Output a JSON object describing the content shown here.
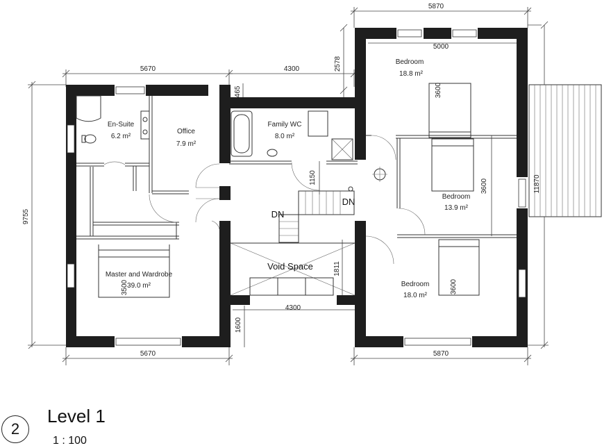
{
  "plan": {
    "dims": {
      "top_right": "5870",
      "inner_right": "5000",
      "left_top": "5670",
      "mid_top": "4300",
      "vert_2578": "2578",
      "vert_465": "465",
      "left_height": "9755",
      "right_height": "11870",
      "bottom_left": "5670",
      "bottom_mid": "4300",
      "bottom_right": "5870",
      "vert_1600": "1600",
      "vert_1150": "1150",
      "vert_1811": "1811",
      "bed1_3600": "3600",
      "bed2_3600": "3600",
      "bed3_3600": "3600",
      "master_3500": "3500"
    },
    "rooms": {
      "ensuite_name": "En-Suite",
      "ensuite_area": "6.2 m²",
      "office_name": "Office",
      "office_area": "7.9 m²",
      "familywc_name": "Family WC",
      "familywc_area": "8.0 m²",
      "bedroom1_name": "Bedroom",
      "bedroom1_area": "18.8 m²",
      "bedroom2_name": "Bedroom",
      "bedroom2_area": "13.9 m²",
      "bedroom3_name": "Bedroom",
      "bedroom3_area": "18.0 m²",
      "master_name": "Master and Wardrobe",
      "master_area": "39.0 m²",
      "void_name": "Void Space"
    },
    "stairs": {
      "dn1": "DN",
      "dn2": "DN"
    }
  },
  "footer": {
    "number": "2",
    "level": "Level 1",
    "scale": "1 : 100"
  }
}
